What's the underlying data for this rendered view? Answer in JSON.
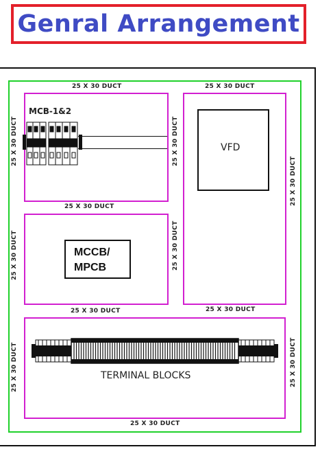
{
  "title": "Genral Arrangement",
  "colors": {
    "title_text": "#3f4bc4",
    "title_border": "#e3202a",
    "inner_border": "#1fd12a",
    "zone_border": "#d21fd0",
    "component_outline": "#111111"
  },
  "duct_label": "25 X 30 DUCT",
  "labels": {
    "mcb": "MCB-1&2",
    "vfd": "VFD",
    "mccb_line1": "MCCB/",
    "mccb_line2": "MPCB",
    "terminal": "TERMINAL BLOCKS"
  }
}
